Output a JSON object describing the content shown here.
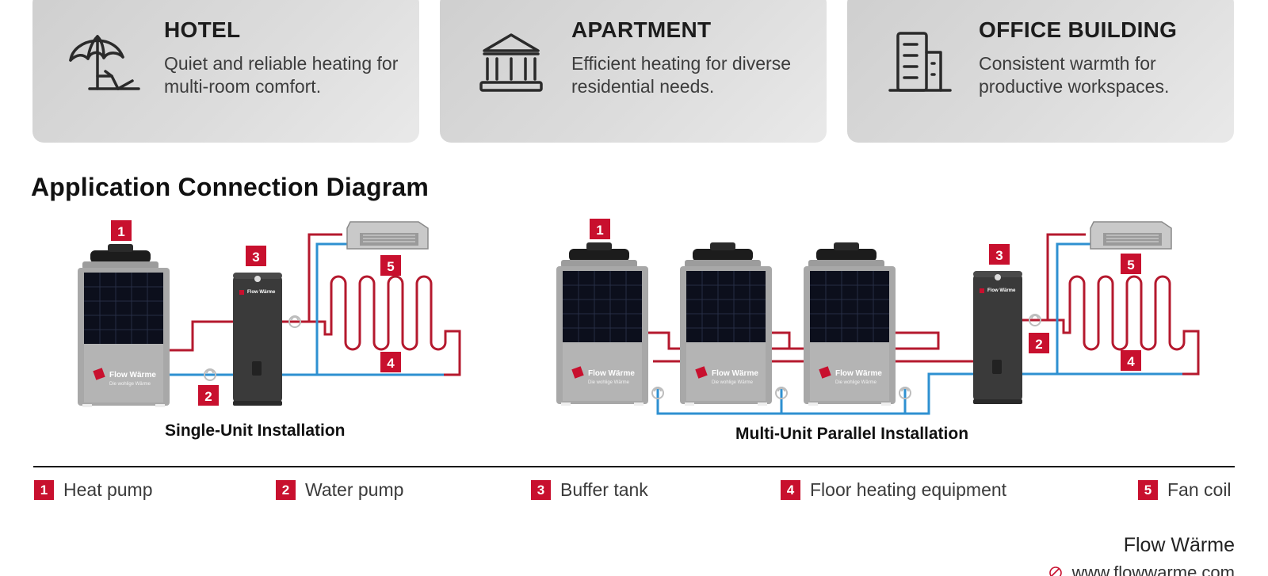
{
  "cards": [
    {
      "title": "HOTEL",
      "desc": "Quiet and reliable heating for multi-room comfort.",
      "icon": "umbrella-lounger-icon"
    },
    {
      "title": "APARTMENT",
      "desc": "Efficient heating for diverse residential needs.",
      "icon": "building-columns-icon"
    },
    {
      "title": "OFFICE BUILDING",
      "desc": "Consistent warmth for productive workspaces.",
      "icon": "office-tower-icon"
    }
  ],
  "section_title": "Application Connection Diagram",
  "diagrams": {
    "single_caption": "Single-Unit Installation",
    "multi_caption": "Multi-Unit Parallel Installation",
    "unit_brand": "Flow Wärme",
    "unit_slogan": "Die wohlige Wärme"
  },
  "badges": [
    "1",
    "2",
    "3",
    "4",
    "5"
  ],
  "legend": [
    {
      "num": "1",
      "label": "Heat pump"
    },
    {
      "num": "2",
      "label": "Water pump"
    },
    {
      "num": "3",
      "label": "Buffer tank"
    },
    {
      "num": "4",
      "label": "Floor heating equipment"
    },
    {
      "num": "5",
      "label": "Fan coil"
    }
  ],
  "footer": {
    "brand": "Flow Wärme",
    "website": "www.flowwarme.com"
  },
  "colors": {
    "accent_red": "#c8102e",
    "pipe_hot": "#b5192e",
    "pipe_cold": "#2e90d1",
    "card_bg": "#d9d9d9"
  }
}
